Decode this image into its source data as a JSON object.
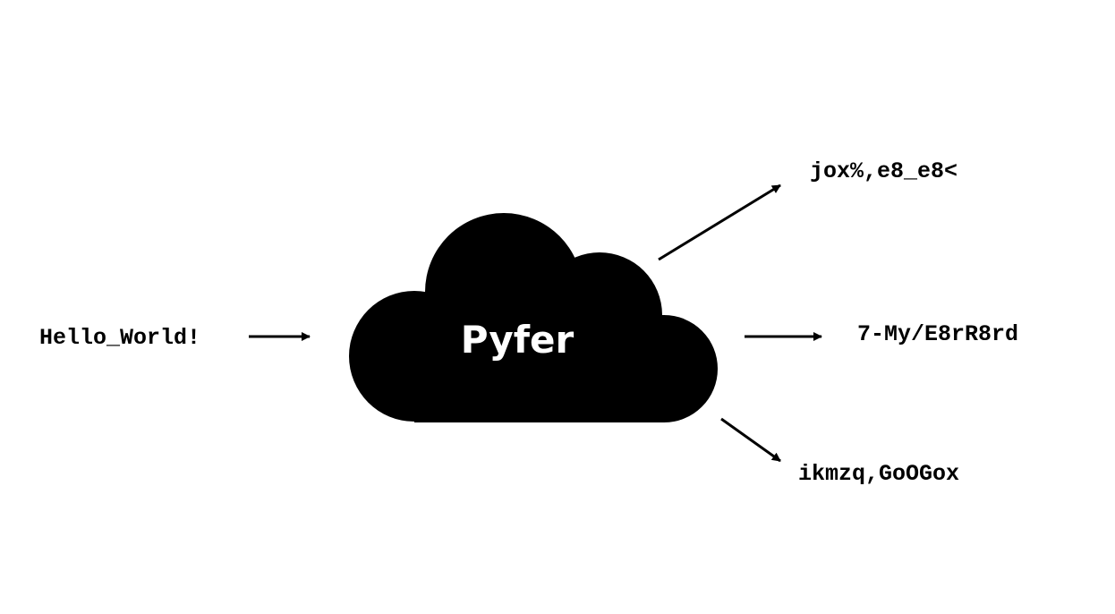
{
  "input_text": "Hello_World!",
  "cloud_label": "Pyfer",
  "outputs": [
    {
      "text": "jox%,e8_e8<"
    },
    {
      "text": "7-My/E8rR8rd"
    },
    {
      "text": "ikmzq,GoOGox"
    }
  ]
}
